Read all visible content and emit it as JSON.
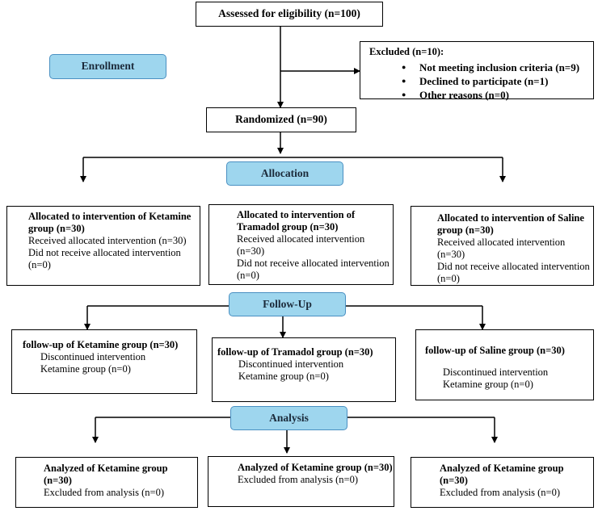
{
  "assessed": "Assessed for eligibility (n=100)",
  "excluded": {
    "title": "Excluded (n=10):",
    "items": [
      "Not meeting inclusion criteria (n=9)",
      "Declined to participate (n=1)",
      "Other reasons (n=0)"
    ]
  },
  "stages": {
    "enrollment": "Enrollment",
    "allocation": "Allocation",
    "followup": "Follow-Up",
    "analysis": "Analysis"
  },
  "randomized": "Randomized (n=90)",
  "allocated": [
    {
      "title": "Allocated to intervention of Ketamine group (n=30)",
      "received": "Received allocated intervention (n=30)",
      "not_received": "Did not receive allocated intervention (n=0)"
    },
    {
      "title": "Allocated to intervention of Tramadol group (n=30)",
      "received": "Received allocated intervention (n=30)",
      "not_received": "Did not receive allocated intervention (n=0)"
    },
    {
      "title": "Allocated to intervention of Saline group (n=30)",
      "received": "Received allocated intervention (n=30)",
      "not_received": "Did not receive allocated intervention (n=0)"
    }
  ],
  "followup": [
    {
      "title": "follow-up of Ketamine group (n=30)",
      "line1": "Discontinued intervention",
      "line2": "Ketamine group (n=0)"
    },
    {
      "title": "follow-up of Tramadol group (n=30)",
      "line1": "Discontinued intervention",
      "line2": "Ketamine group (n=0)"
    },
    {
      "title": "follow-up of Saline group (n=30)",
      "line1": "Discontinued intervention",
      "line2": "Ketamine group (n=0)"
    }
  ],
  "analyzed": [
    {
      "title": "Analyzed of Ketamine group (n=30)",
      "excluded": "Excluded from analysis (n=0)"
    },
    {
      "title": "Analyzed of Ketamine group (n=30)",
      "excluded": "Excluded from analysis (n=0)"
    },
    {
      "title": "Analyzed of Ketamine group (n=30)",
      "excluded": "Excluded from analysis (n=0)"
    }
  ],
  "colors": {
    "stage_fill": "#9ed6ee",
    "stage_border": "#4a90c2",
    "line": "#000000"
  }
}
